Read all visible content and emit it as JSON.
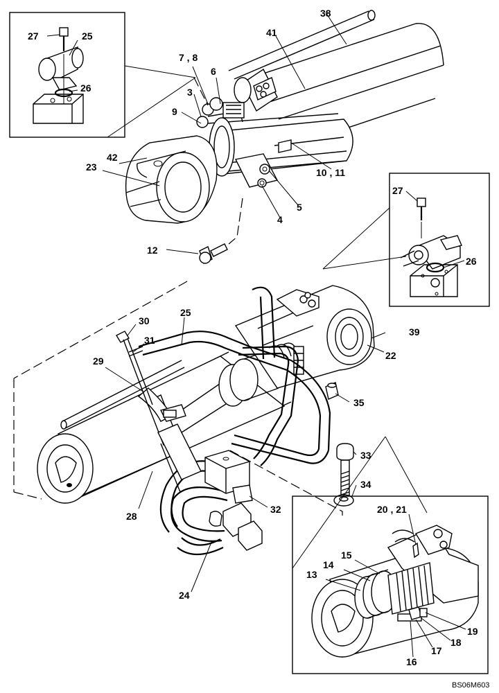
{
  "drawing_code": "BS06M603",
  "callouts": {
    "c27a": "27",
    "c25a": "25",
    "c26a": "26",
    "c38": "38",
    "c41": "41",
    "c7_8": "7 , 8",
    "c6": "6",
    "c3": "3",
    "c9": "9",
    "c42": "42",
    "c23": "23",
    "c10_11": "10 , 11",
    "c5": "5",
    "c4": "4",
    "c12": "12",
    "c27b": "27",
    "c26b": "26",
    "c30": "30",
    "c31": "31",
    "c25b": "25",
    "c29": "29",
    "c39": "39",
    "c22": "22",
    "c35": "35",
    "c33": "33",
    "c34": "34",
    "c32": "32",
    "c28": "28",
    "c24": "24",
    "c20_21": "20 , 21",
    "c15": "15",
    "c14": "14",
    "c13": "13",
    "c19": "19",
    "c18": "18",
    "c17": "17",
    "c16": "16"
  }
}
